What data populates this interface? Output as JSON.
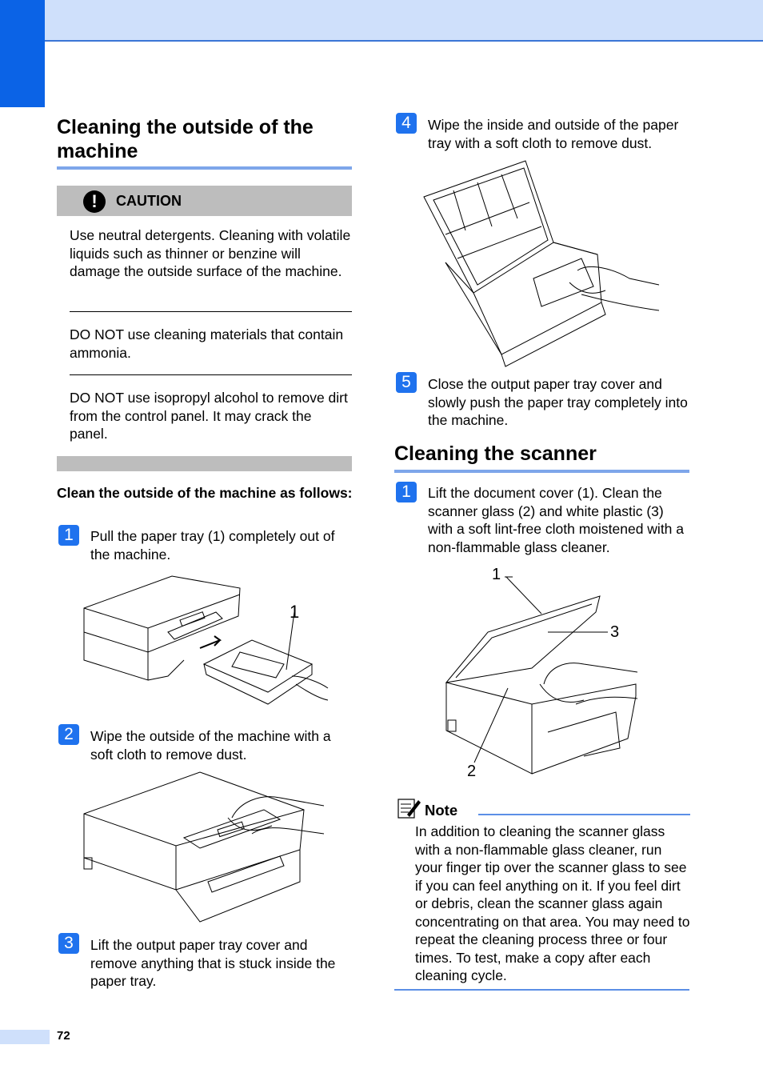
{
  "header": {},
  "left": {
    "section_title": "Cleaning the outside of the machine",
    "caution_label": "CAUTION",
    "caution_paragraphs": [
      "Use neutral detergents. Cleaning with volatile liquids such as thinner or benzine will damage the outside surface of the machine.",
      "DO NOT use cleaning materials that contain ammonia.",
      "DO NOT use isopropyl alcohol to remove dirt from the control panel. It may crack the panel."
    ],
    "subheading": "Clean the outside of the machine as follows:",
    "steps": [
      {
        "num": "1",
        "text": "Pull the paper tray (1) completely out of the machine."
      },
      {
        "num": "2",
        "text": "Wipe the outside of the machine with a soft cloth to remove dust."
      },
      {
        "num": "3",
        "text": "Lift the output paper tray cover and remove anything that is stuck inside the paper tray."
      }
    ],
    "fig1_callout": "1"
  },
  "right": {
    "steps": [
      {
        "num": "4",
        "text": "Wipe the inside and outside of the paper tray with a soft cloth to remove dust."
      },
      {
        "num": "5",
        "text": "Close the output paper tray cover and slowly push the paper tray completely into the machine."
      }
    ],
    "scanner_title": "Cleaning the scanner",
    "scanner_step": {
      "num": "1",
      "text": "Lift the document cover (1). Clean the scanner glass (2) and white plastic (3) with a soft lint-free cloth moistened with a non-flammable glass cleaner."
    },
    "scanner_callouts": [
      "1",
      "2",
      "3"
    ],
    "note_label": "Note",
    "note_text": "In addition to cleaning the scanner glass with a non-flammable glass cleaner, run your finger tip over the scanner glass to see if you can feel anything on it. If you feel dirt or debris, clean the scanner glass again concentrating on that area. You may need to repeat the cleaning process three or four times. To test, make a copy after each cleaning cycle."
  },
  "footer": {
    "page_number": "72"
  },
  "colors": {
    "accent_blue": "#0b63e6",
    "header_band": "#cfe0fb",
    "rule_blue": "#7ea6ea",
    "badge_blue": "#1f72ee",
    "caution_gray": "#bdbdbd"
  }
}
